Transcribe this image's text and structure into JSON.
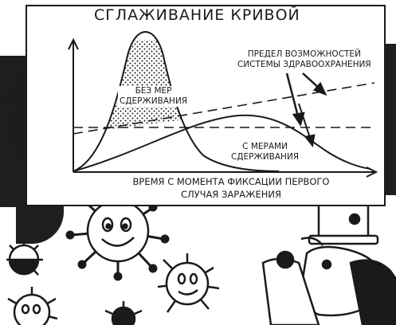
{
  "title": "сглаживание кривой",
  "ylabel_line1": "количество",
  "ylabel_line2": "инфицированных",
  "xlabel_line1": "время с момента фиксации первого",
  "xlabel_line2": "случая заражения",
  "label_no_measures_1": "без мер",
  "label_no_measures_2": "сдерживания",
  "label_capacity_1": "предел возможностей",
  "label_capacity_2": "системы здравоохранения",
  "label_with_measures_1": "с мерами",
  "label_with_measures_2": "сдерживания",
  "colors": {
    "ink": "#1a1a1a",
    "dark_bg": "#1e1e1e",
    "paper": "#ffffff"
  }
}
